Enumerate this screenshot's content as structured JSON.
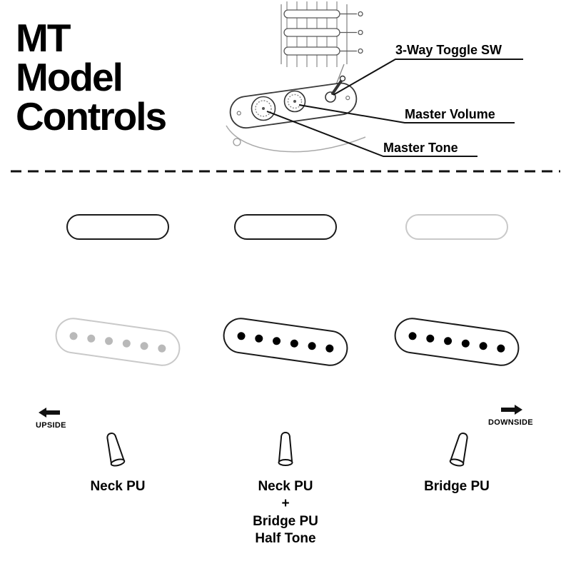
{
  "title": "MT\nModel\nControls",
  "callouts": {
    "toggle_switch": "3-Way Toggle SW",
    "master_volume": "Master Volume",
    "master_tone": "Master Tone"
  },
  "direction_markers": {
    "left": "UPSIDE",
    "right": "DOWNSIDE"
  },
  "positions": [
    {
      "name": "position-1-up",
      "label": "Neck PU",
      "neck_pickup": "active",
      "bridge_pickup": "inactive",
      "lever_tilt": "left"
    },
    {
      "name": "position-2-middle",
      "label": "Neck PU\n+\nBridge PU\nHalf Tone",
      "neck_pickup": "active",
      "bridge_pickup": "active",
      "lever_tilt": "center"
    },
    {
      "name": "position-3-down",
      "label": "Bridge PU",
      "neck_pickup": "inactive",
      "bridge_pickup": "active",
      "lever_tilt": "right"
    }
  ],
  "icons": {
    "left_arrow": "left-arrow-icon",
    "right_arrow": "right-arrow-icon",
    "toggle_lever": "toggle-lever-icon"
  },
  "colors": {
    "ink": "#111111",
    "active_outline": "#1a1a1a",
    "inactive_outline": "#c9c9c9",
    "dot_active": "#000000",
    "dot_inactive": "#b9b9b9"
  }
}
